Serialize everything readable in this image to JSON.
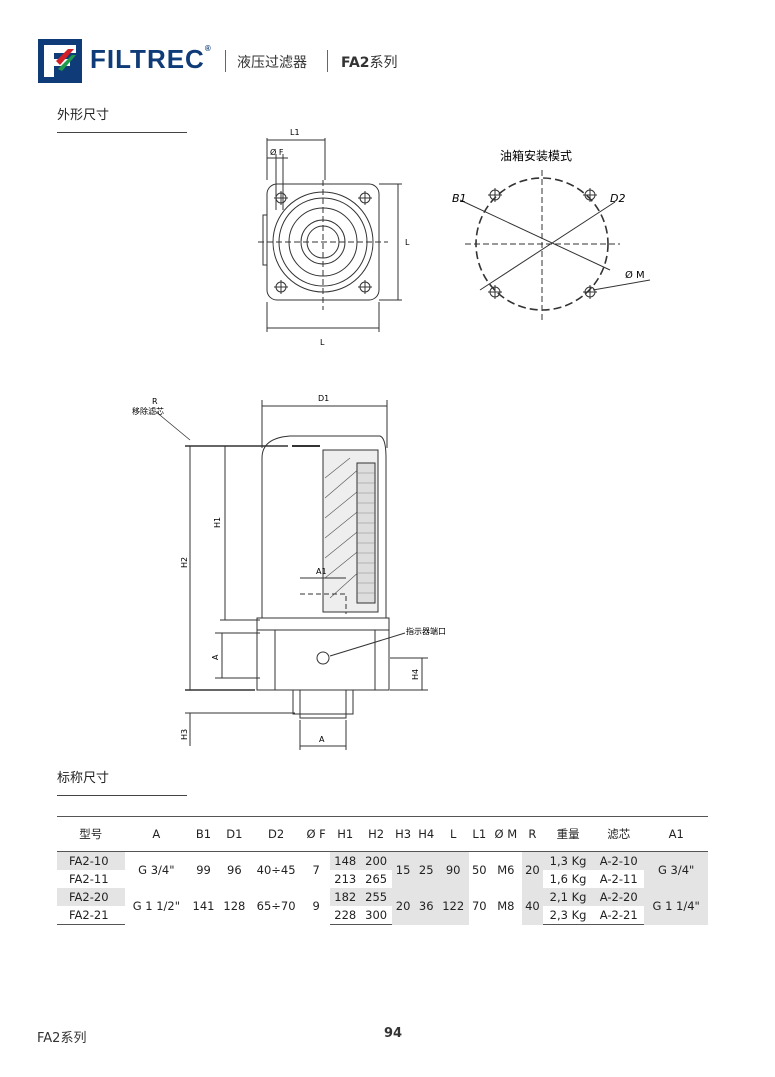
{
  "header": {
    "brand": "FILTREC",
    "reg": "®",
    "category": "液压过滤器",
    "series_code": "FA2",
    "series_word": "系列"
  },
  "sections": {
    "outline": "外形尺寸",
    "nominal": "标称尺寸"
  },
  "drawing": {
    "top_labels": {
      "l1": "L1",
      "phi_f": "Ø F",
      "l_side": "L",
      "l_bottom": "L"
    },
    "mount": {
      "title": "油箱安装模式",
      "b1": "B1",
      "d2": "D2",
      "phi_m": "Ø M"
    },
    "side_labels": {
      "r": "R",
      "remove": "移除滤芯",
      "d1": "D1",
      "h1": "H1",
      "h2": "H2",
      "a1": "A1",
      "indicator": "指示器端口",
      "a_left": "A",
      "h4": "H4",
      "h3": "H3",
      "a_bottom": "A"
    }
  },
  "table": {
    "headers": [
      "型号",
      "A",
      "B1",
      "D1",
      "D2",
      "Ø F",
      "H1",
      "H2",
      "H3",
      "H4",
      "L",
      "L1",
      "Ø M",
      "R",
      "重量",
      "滤芯",
      "A1"
    ],
    "groups": [
      {
        "models": [
          "FA2-10",
          "FA2-11"
        ],
        "A": "G 3/4\"",
        "B1": "99",
        "D1": "96",
        "D2": "40÷45",
        "F": "7",
        "H1": [
          "148",
          "213"
        ],
        "H2": [
          "200",
          "265"
        ],
        "H3": "15",
        "H4": "25",
        "L": "90",
        "L1": "50",
        "M": "M6",
        "R": "20",
        "weight": [
          "1,3 Kg",
          "1,6 Kg"
        ],
        "element": [
          "A-2-10",
          "A-2-11"
        ],
        "A1": "G 3/4\""
      },
      {
        "models": [
          "FA2-20",
          "FA2-21"
        ],
        "A": "G 1 1/2\"",
        "B1": "141",
        "D1": "128",
        "D2": "65÷70",
        "F": "9",
        "H1": [
          "182",
          "228"
        ],
        "H2": [
          "255",
          "300"
        ],
        "H3": "20",
        "H4": "36",
        "L": "122",
        "L1": "70",
        "M": "M8",
        "R": "40",
        "weight": [
          "2,1 Kg",
          "2,3 Kg"
        ],
        "element": [
          "A-2-20",
          "A-2-21"
        ],
        "A1": "G 1 1/4\""
      }
    ]
  },
  "footer": {
    "series": "FA2系列",
    "page": "94"
  },
  "colors": {
    "brand_blue": "#0f3c78",
    "logo_red": "#d21f26",
    "logo_green": "#1e9a4a",
    "shade": "#e4e4e4"
  }
}
